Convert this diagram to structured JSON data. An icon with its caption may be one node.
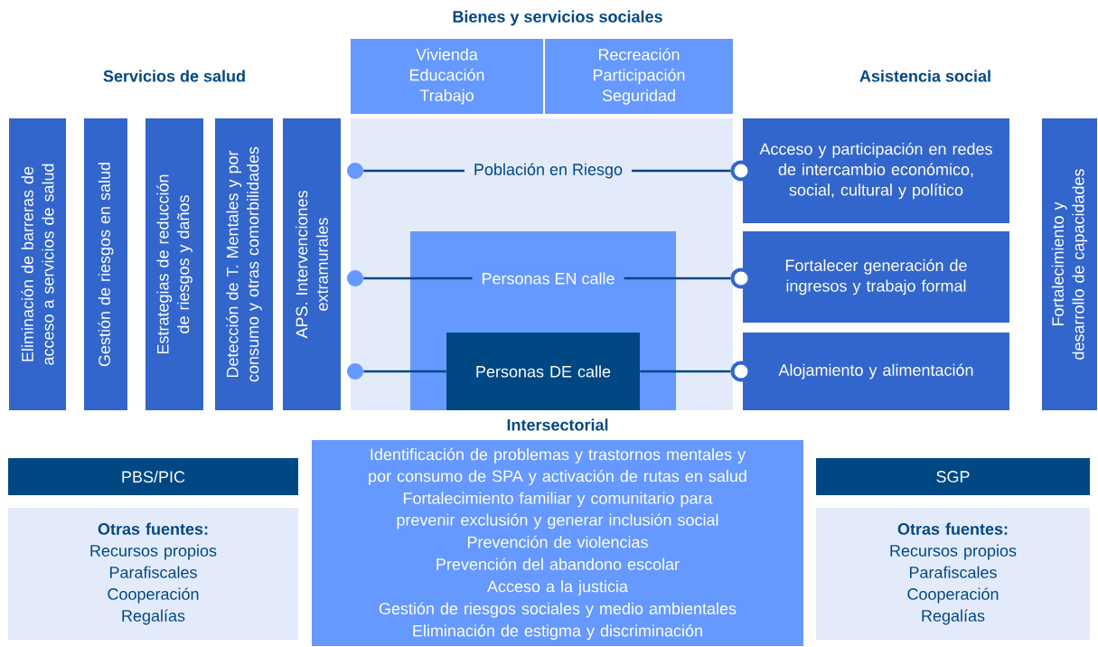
{
  "diagram": {
    "nodes": [
      {
        "text": [
          "Vivienda",
          "Educación",
          "Trabajo"
        ]
      },
      {
        "text": [
          "Recreación",
          "Participación",
          "Seguridad"
        ]
      },
      {
        "text": [
          "Eliminación de barreras de acceso a servicios de salud"
        ]
      },
      {
        "text": [
          "Gestión de riesgos en salud"
        ]
      },
      {
        "text": [
          "Estrategias de reducción de riesgos y daños"
        ]
      },
      {
        "text": [
          "Detección de T. Mentales y por consumo y otras comorbilidades"
        ]
      },
      {
        "text": [
          "APS. Intervenciones extramurales"
        ]
      },
      {
        "text": [],
        "shape": "box"
      },
      {
        "text": [],
        "shape": "box",
        "in": 7
      },
      {
        "text": [
          "Personas DE calle"
        ],
        "in": 8
      },
      {
        "text": [
          "Acceso y participación en redes de intercambio económico, social, cultural y político"
        ]
      },
      {
        "text": [
          "Fortalecer generación de ingresos y trabajo formal"
        ]
      },
      {
        "text": [
          "Alojamiento y alimentación"
        ]
      },
      {
        "text": [
          "Fortalecimiento y desarrollo de capacidades"
        ]
      },
      {
        "text": [],
        "shape": "circle",
        "in": 7
      },
      {
        "text": [],
        "shape": "circle",
        "in": 7
      },
      {
        "text": [],
        "shape": "circle",
        "in": 7
      },
      {
        "text": [],
        "shape": "circle"
      },
      {
        "text": [],
        "shape": "circle"
      },
      {
        "text": [],
        "shape": "circle"
      },
      {
        "text": [
          "PBS/PIC"
        ]
      },
      {
        "text": [
          "Otras fuentes:",
          "Recursos propios",
          "Parafiscales",
          "Cooperación",
          "Regalías"
        ]
      },
      {
        "text": [
          "Intersectorial",
          "Identificación de problemas y trastornos mentales y por consumo de SPA y activación de rutas en salud",
          "Fortalecimiento familiar y comunitario para prevenir exclusión y generar inclusión social",
          "Prevención de violencias",
          "Prevención del abandono escolar",
          "Acceso a la justicia",
          "Gestión de riesgos sociales y medio ambientales",
          "Eliminación de estigma y discriminación"
        ]
      },
      {
        "text": [
          "SGP"
        ]
      },
      {
        "text": [
          "Otras fuentes:",
          "Recursos propios",
          "Parafiscales",
          "Cooperación",
          "Regalías"
        ]
      }
    ],
    "edges": [
      {
        "from": 14,
        "to": 17,
        "arrow": "none",
        "label": "Población en Riesgo"
      },
      {
        "from": 15,
        "to": 18,
        "arrow": "none",
        "label": "Personas EN calle"
      },
      {
        "from": 16,
        "to": 9,
        "arrow": "none"
      },
      {
        "from": 9,
        "to": 19,
        "arrow": "none"
      }
    ],
    "labels": [
      "Bienes y servicios sociales",
      "Servicios de salud",
      "Asistencia social"
    ]
  }
}
